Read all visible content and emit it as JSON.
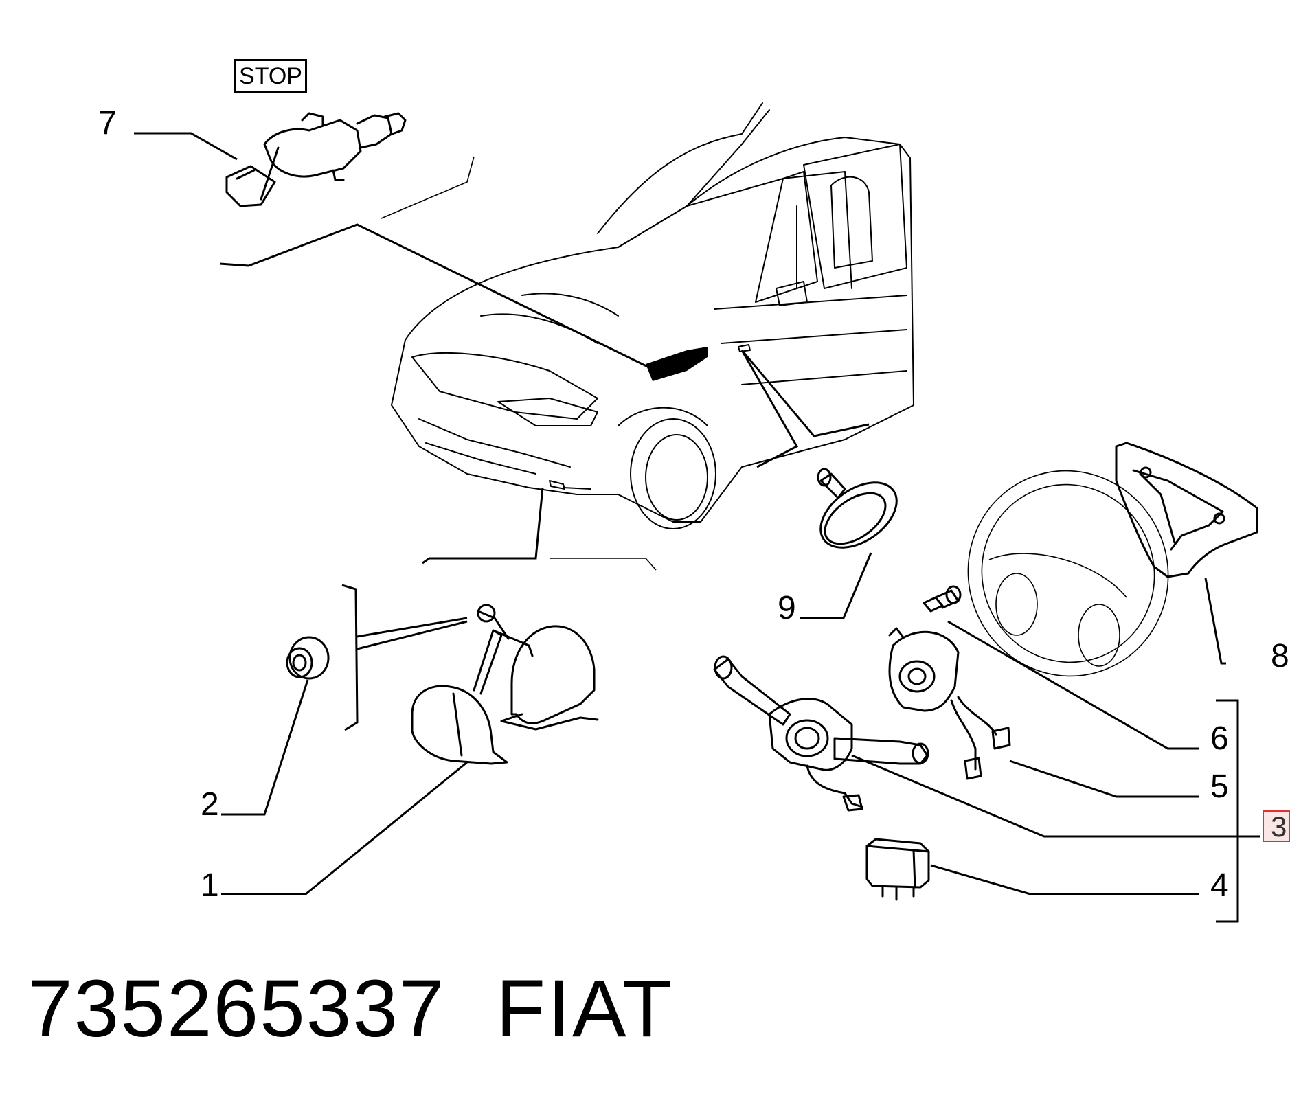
{
  "stop_label": "STOP",
  "callouts": {
    "c1": "1",
    "c2": "2",
    "c3": "3",
    "c4": "4",
    "c5": "5",
    "c6": "6",
    "c7": "7",
    "c8": "8",
    "c9": "9"
  },
  "highlighted_callout": "3",
  "highlight_color": "#e03030",
  "footer": {
    "part_number": "735265337",
    "brand": "FIAT"
  }
}
